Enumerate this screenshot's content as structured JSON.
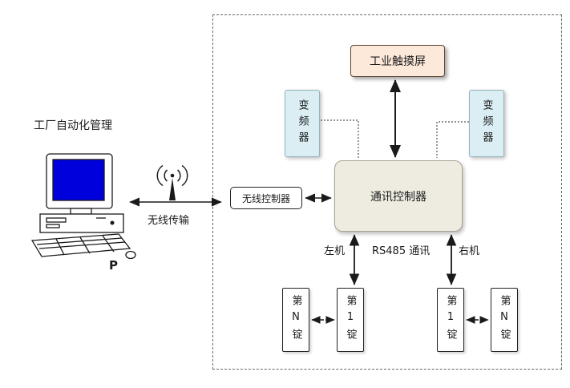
{
  "left_panel": {
    "title": "工厂自动化管理",
    "pc_label": "P",
    "link_label": "无线传输"
  },
  "diagram": {
    "touch_screen": "工业触摸屏",
    "inverter_left": "变频器",
    "inverter_right": "变频器",
    "wireless_controller": "无线控制器",
    "comm_controller": "通讯控制器",
    "left_machine": "左机",
    "rs485_label": "RS485 通讯",
    "right_machine": "右机",
    "spindles": [
      "第N锭",
      "第1锭",
      "第1锭",
      "第N锭"
    ]
  },
  "colors": {
    "touch_screen_bg": "#fde9d9",
    "inverter_bg": "#daeef3",
    "controller_bg": "#eeece1",
    "monitor_screen": "#0000dd",
    "line": "#1a1a1a",
    "dotted_link": "#555555"
  }
}
